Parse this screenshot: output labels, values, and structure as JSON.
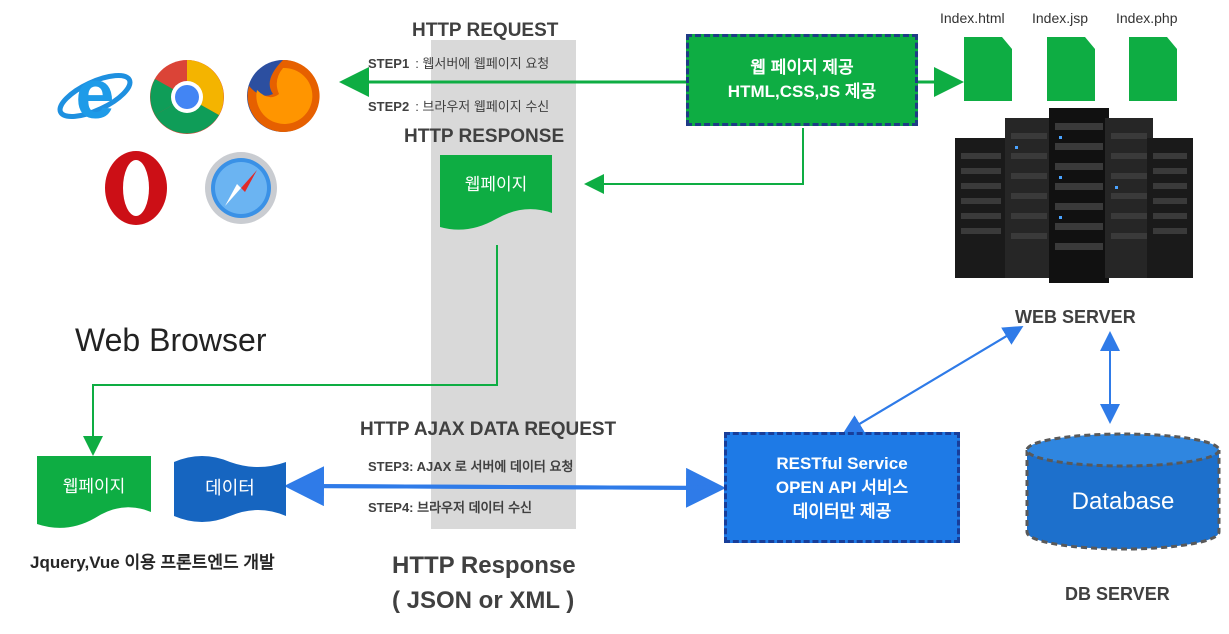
{
  "request": {
    "title": "HTTP REQUEST",
    "step1_tag": "STEP1",
    "step1_text": ": 웹서버에 웹페이지 요청",
    "step2_tag": "STEP2",
    "step2_text": ": 브라우저 웹페이지 수신",
    "response_title": "HTTP RESPONSE"
  },
  "web_page_doc": "웹페이지",
  "provide_box": {
    "line1": "웹 페이지 제공",
    "line2": "HTML,CSS,JS 제공"
  },
  "files": [
    "Index.html",
    "Index.jsp",
    "Index.php"
  ],
  "web_server_label": "WEB SERVER",
  "browser_label": "Web Browser",
  "ajax": {
    "title": "HTTP AJAX DATA REQUEST",
    "step3": "STEP3: AJAX 로 서버에 데이터 요청",
    "step4": "STEP4: 브라우저 데이터 수신",
    "response_line1": "HTTP Response",
    "response_line2": "( JSON or XML )"
  },
  "client_doc": "웹페이지",
  "data_doc": "데이터",
  "frontend_label": "Jquery,Vue 이용  프론트엔드 개발",
  "rest_box": {
    "line1": "RESTful Service",
    "line2": "OPEN API 서비스",
    "line3": "데이터만 제공"
  },
  "database_label": "Database",
  "db_server_label": "DB SERVER",
  "colors": {
    "green": "#0ead43",
    "blue": "#1e7ae6",
    "band": "#d9d9d9"
  },
  "icons": [
    "ie-icon",
    "chrome-icon",
    "firefox-icon",
    "opera-icon",
    "safari-icon",
    "server-rack-icon",
    "database-cylinder-icon"
  ]
}
